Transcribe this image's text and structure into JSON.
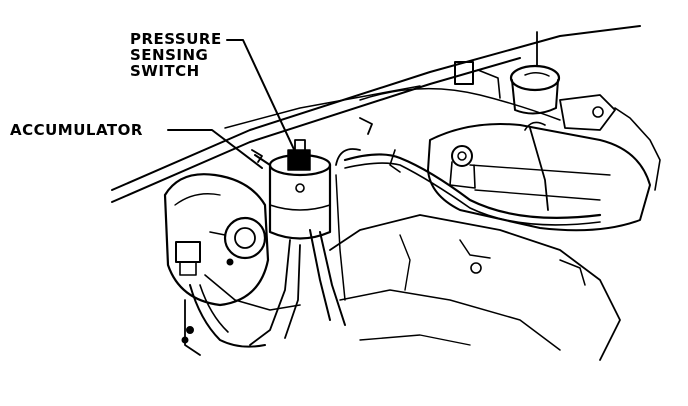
{
  "callouts": {
    "pressure_sensing_switch": [
      "PRESSURE",
      "SENSING",
      "SWITCH"
    ],
    "accumulator": "ACCUMULATOR"
  },
  "colors": {
    "ink": "#000000",
    "paper": "#ffffff"
  }
}
